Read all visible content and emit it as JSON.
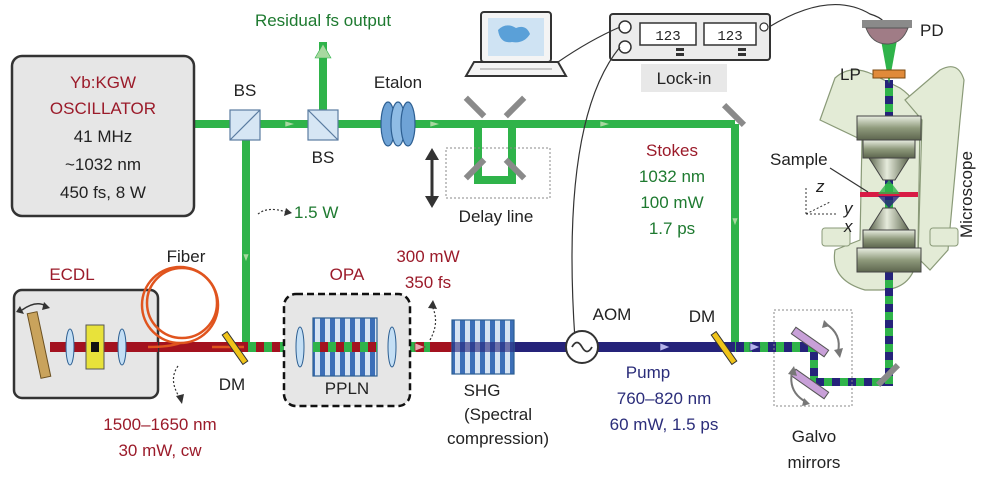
{
  "colors": {
    "stokes_beam": "#2fb34a",
    "pump_beam": "#25237a",
    "ir_beam": "#a3121f",
    "text_green": "#1e7a30",
    "text_red": "#9b1b2a",
    "text_blue": "#2b2d7a"
  },
  "oscillator": {
    "lines": [
      "Yb:KGW",
      "OSCILLATOR",
      "41 MHz",
      "~1032 nm",
      "450 fs, 8 W"
    ]
  },
  "labels": {
    "residual": "Residual fs output",
    "bs1": "BS",
    "bs2": "BS",
    "etalon": "Etalon",
    "delay_line": "Delay line",
    "power_1_5w": "1.5 W",
    "stokes": [
      "Stokes",
      "1032 nm",
      "100 mW",
      "1.7 ps"
    ],
    "lockin": "Lock-in",
    "lockin_display_left": "123",
    "lockin_display_right": "123",
    "pd": "PD",
    "lp": "LP",
    "sample": "Sample",
    "microscope": "Microscope",
    "axis_z": "z",
    "axis_y": "y",
    "axis_x": "x",
    "ecdl": "ECDL",
    "fiber": "Fiber",
    "dm_left": "DM",
    "opa": "OPA",
    "pplln": "PPLN",
    "opa_out": [
      "300 mW",
      "350 fs"
    ],
    "shg": [
      "SHG",
      "(Spectral",
      "compression)"
    ],
    "aom": "AOM",
    "dm_right": "DM",
    "pump": [
      "Pump",
      "760–820 nm",
      "60 mW, 1.5 ps"
    ],
    "galvo": [
      "Galvo",
      "mirrors"
    ],
    "ecdl_out": [
      "1500–1650 nm",
      "30 mW, cw"
    ]
  }
}
